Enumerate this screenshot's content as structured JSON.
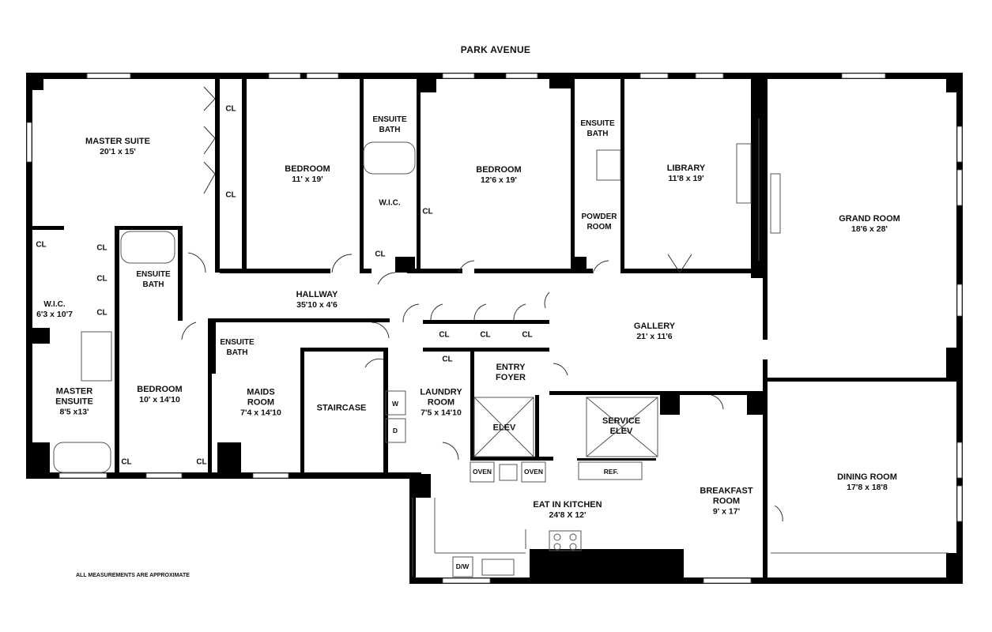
{
  "street": "PARK AVENUE",
  "note": "ALL MEASUREMENTS ARE APPROXIMATE",
  "rooms": {
    "master_suite": {
      "name": "MASTER SUITE",
      "dim": "20'1 x 15'"
    },
    "bedroom1": {
      "name": "BEDROOM",
      "dim": "11' x 19'"
    },
    "ensuite_bath1": {
      "name": "ENSUITE BATH"
    },
    "bedroom2": {
      "name": "BEDROOM",
      "dim": "12'6 x 19'"
    },
    "ensuite_bath2": {
      "name": "ENSUITE BATH"
    },
    "library": {
      "name": "LIBRARY",
      "dim": "11'8 x 19'"
    },
    "grand_room": {
      "name": "GRAND ROOM",
      "dim": "18'6 x 28'"
    },
    "wic1": {
      "name": "W.I.C."
    },
    "powder_room": {
      "name": "POWDER ROOM"
    },
    "ensuite_bath3": {
      "name": "ENSUITE BATH"
    },
    "hallway": {
      "name": "HALLWAY",
      "dim": "35'10 x 4'6"
    },
    "wic2": {
      "name": "W.I.C.",
      "dim": "6'3 x 10'7"
    },
    "gallery": {
      "name": "GALLERY",
      "dim": "21' x 11'6"
    },
    "ensuite_bath4": {
      "name": "ENSUITE BATH"
    },
    "entry_foyer": {
      "name": "ENTRY FOYER"
    },
    "master_ensuite": {
      "name": "MASTER ENSUITE",
      "dim": "8'5 x13'"
    },
    "bedroom3": {
      "name": "BEDROOM",
      "dim": "10' x 14'10"
    },
    "maids_room": {
      "name": "MAIDS ROOM",
      "dim": "7'4 x 14'10"
    },
    "staircase": {
      "name": "STAIRCASE"
    },
    "laundry_room": {
      "name": "LAUNDRY ROOM",
      "dim": "7'5 x 14'10"
    },
    "elev": {
      "name": "ELEV"
    },
    "service_elev": {
      "name": "SERVICE ELEV"
    },
    "breakfast_room": {
      "name": "BREAKFAST ROOM",
      "dim": "9' x 17'"
    },
    "dining_room": {
      "name": "DINING ROOM",
      "dim": "17'8 x 18'8"
    },
    "kitchen": {
      "name": "EAT IN KITCHEN",
      "dim": "24'8 X 12'"
    }
  },
  "closet_label": "CL",
  "fixtures": {
    "washer": "W",
    "dryer": "D",
    "oven": "OVEN",
    "ref": "REF.",
    "dishwasher": "D/W"
  },
  "colors": {
    "wall": "#000000",
    "background": "#ffffff",
    "fixture_line": "#555555"
  }
}
